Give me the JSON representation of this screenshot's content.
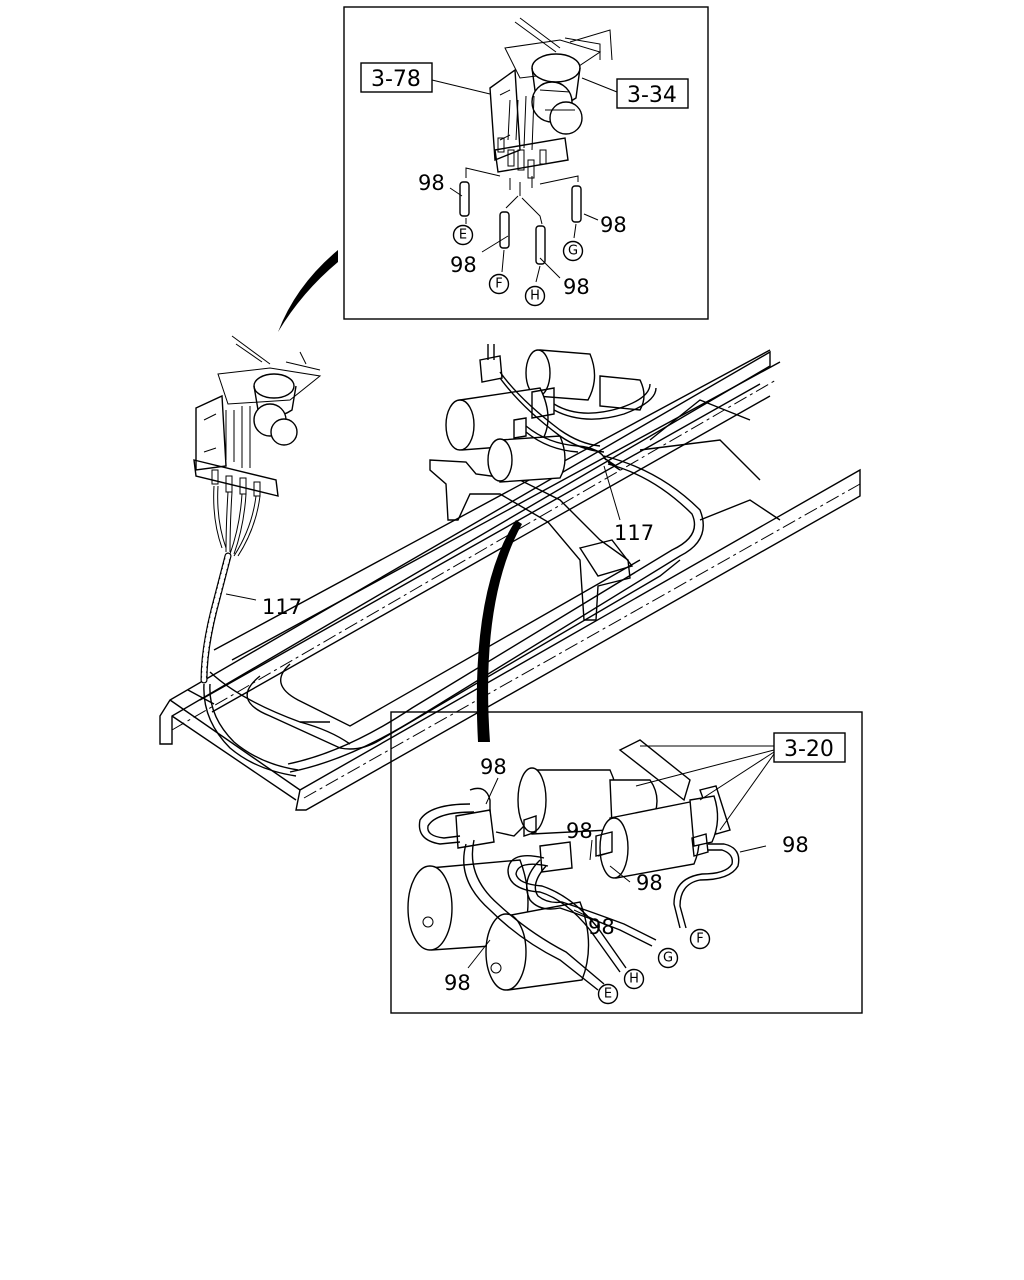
{
  "callouts": {
    "ref_3_78": "3-78",
    "ref_3_34": "3-34",
    "ref_3_20": "3-20",
    "hose_117": "117",
    "hose_98": "98"
  },
  "connectors": {
    "E": "E",
    "F": "F",
    "G": "G",
    "H": "H"
  }
}
